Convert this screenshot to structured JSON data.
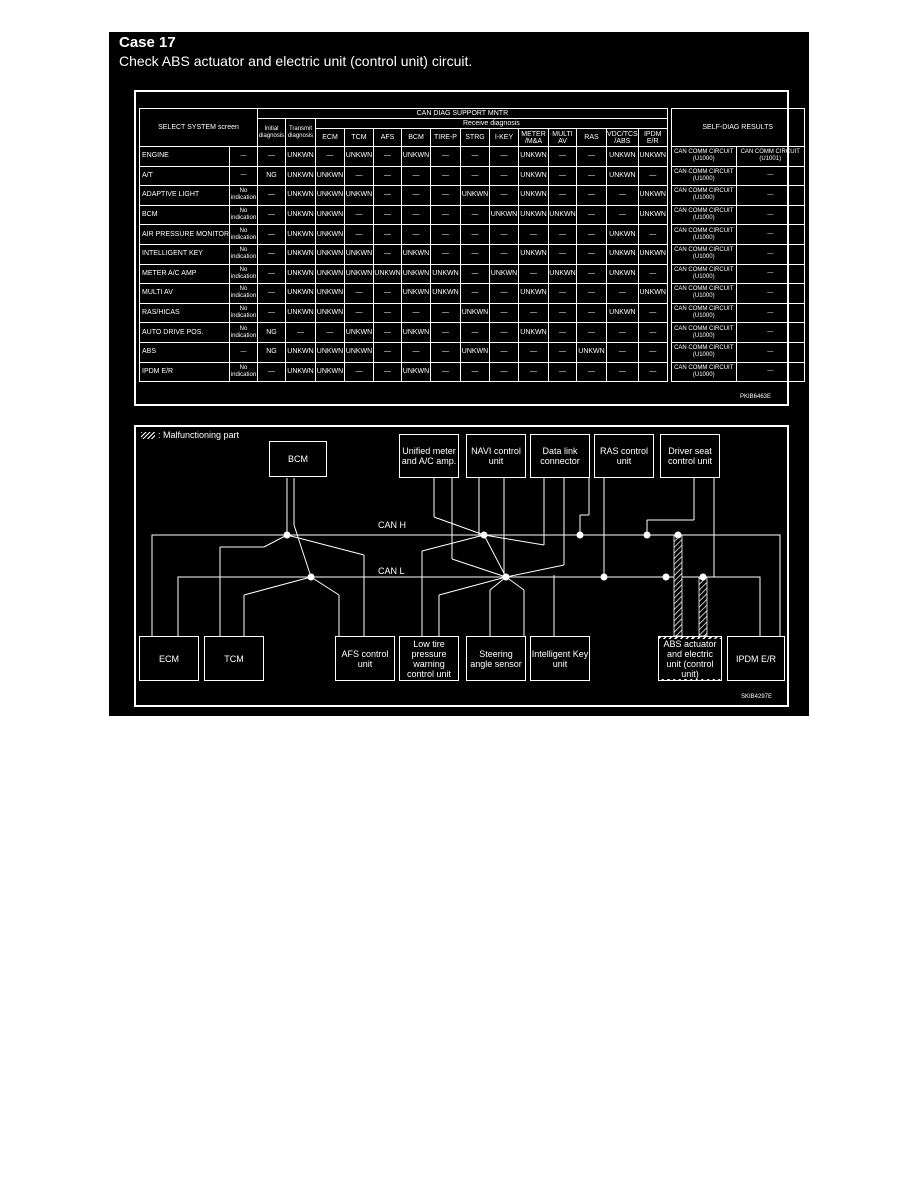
{
  "case_title": "Case 17",
  "case_subtitle": "Check ABS actuator and electric unit (control unit) circuit.",
  "table": {
    "select_system": "SELECT SYSTEM screen",
    "can_diag": "CAN DIAG SUPPORT MNTR",
    "initial": "Initial diagnosis",
    "transmit": "Transmit diagnosis",
    "receive": "Receive diagnosis",
    "self_diag": "SELF-DIAG RESULTS",
    "receive_cols": [
      "ECM",
      "TCM",
      "AFS",
      "BCM",
      "TIRE-P",
      "STRG",
      "I-KEY",
      "METER /M&A",
      "MULTI AV",
      "RAS",
      "VDC/TCS /ABS",
      "IPDM E/R"
    ],
    "rows": [
      {
        "sys": "ENGINE",
        "c": [
          "—",
          "—",
          "UNKWN",
          "—",
          "UNKWN",
          "—",
          "UNKWN",
          "—",
          "—",
          "—",
          "UNKWN",
          "—",
          "—",
          "UNKWN",
          "UNKWN"
        ],
        "r1": "CAN COMM CIRCUIT (U1000)",
        "r2": "CAN COMM CIRCUIT (U1001)"
      },
      {
        "sys": "A/T",
        "c": [
          "—",
          "NG",
          "UNKWN",
          "UNKWN",
          "—",
          "—",
          "—",
          "—",
          "—",
          "—",
          "UNKWN",
          "—",
          "—",
          "UNKWN",
          "—"
        ],
        "r1": "CAN COMM CIRCUIT (U1000)",
        "r2": "—"
      },
      {
        "sys": "ADAPTIVE LIGHT",
        "c": [
          "No indication",
          "—",
          "UNKWN",
          "UNKWN",
          "UNKWN",
          "—",
          "—",
          "—",
          "UNKWN",
          "—",
          "UNKWN",
          "—",
          "—",
          "—",
          "UNKWN"
        ],
        "r1": "CAN COMM CIRCUIT (U1000)",
        "r2": "—"
      },
      {
        "sys": "BCM",
        "c": [
          "No indication",
          "—",
          "UNKWN",
          "UNKWN",
          "—",
          "—",
          "—",
          "—",
          "—",
          "UNKWN",
          "UNKWN",
          "UNKWN",
          "—",
          "—",
          "UNKWN"
        ],
        "r1": "CAN COMM CIRCUIT (U1000)",
        "r2": "—"
      },
      {
        "sys": "AIR PRESSURE MONITOR",
        "c": [
          "No indication",
          "—",
          "UNKWN",
          "UNKWN",
          "—",
          "—",
          "—",
          "—",
          "—",
          "—",
          "—",
          "—",
          "—",
          "UNKWN",
          "—"
        ],
        "r1": "CAN COMM CIRCUIT (U1000)",
        "r2": "—"
      },
      {
        "sys": "INTELLIGENT KEY",
        "c": [
          "No indication",
          "—",
          "UNKWN",
          "UNKWN",
          "UNKWN",
          "—",
          "UNKWN",
          "—",
          "—",
          "—",
          "UNKWN",
          "—",
          "—",
          "UNKWN",
          "UNKWN"
        ],
        "r1": "CAN COMM CIRCUIT (U1000)",
        "r2": "—"
      },
      {
        "sys": "METER A/C AMP",
        "c": [
          "No indication",
          "—",
          "UNKWN",
          "UNKWN",
          "UNKWN",
          "UNKWN",
          "UNKWN",
          "UNKWN",
          "—",
          "UNKWN",
          "—",
          "UNKWN",
          "—",
          "UNKWN",
          "—"
        ],
        "r1": "CAN COMM CIRCUIT (U1000)",
        "r2": "—"
      },
      {
        "sys": "MULTI AV",
        "c": [
          "No indication",
          "—",
          "UNKWN",
          "UNKWN",
          "—",
          "—",
          "UNKWN",
          "UNKWN",
          "—",
          "—",
          "UNKWN",
          "—",
          "—",
          "—",
          "UNKWN"
        ],
        "r1": "CAN COMM CIRCUIT (U1000)",
        "r2": "—"
      },
      {
        "sys": "RAS/HICAS",
        "c": [
          "No indication",
          "—",
          "UNKWN",
          "UNKWN",
          "—",
          "—",
          "—",
          "—",
          "UNKWN",
          "—",
          "—",
          "—",
          "—",
          "UNKWN",
          "—"
        ],
        "r1": "CAN COMM CIRCUIT (U1000)",
        "r2": "—"
      },
      {
        "sys": "AUTO DRIVE POS.",
        "c": [
          "No indication",
          "NG",
          "—",
          "—",
          "UNKWN",
          "—",
          "UNKWN",
          "—",
          "—",
          "—",
          "UNKWN",
          "—",
          "—",
          "—",
          "—"
        ],
        "r1": "CAN COMM CIRCUIT (U1000)",
        "r2": "—"
      },
      {
        "sys": "ABS",
        "c": [
          "—",
          "NG",
          "UNKWN",
          "UNKWN",
          "UNKWN",
          "—",
          "—",
          "—",
          "UNKWN",
          "—",
          "—",
          "—",
          "UNKWN",
          "—",
          "—"
        ],
        "r1": "CAN COMM CIRCUIT (U1000)",
        "r2": "—"
      },
      {
        "sys": "IPDM E/R",
        "c": [
          "No indication",
          "—",
          "UNKWN",
          "UNKWN",
          "—",
          "—",
          "UNKWN",
          "—",
          "—",
          "—",
          "—",
          "—",
          "—",
          "—",
          "—"
        ],
        "r1": "CAN COMM CIRCUIT (U1000)",
        "r2": "—"
      }
    ],
    "code": "PKIB6463E"
  },
  "diagram": {
    "legend": ": Malfunctioning part",
    "can_h": "CAN H",
    "can_l": "CAN L",
    "top_units": [
      "BCM",
      "Unified meter and A/C amp.",
      "NAVI control unit",
      "Data link connector",
      "RAS control unit",
      "Driver seat control unit"
    ],
    "bottom_units": [
      "ECM",
      "TCM",
      "AFS control unit",
      "Low tire pressure warning control unit",
      "Steering angle sensor",
      "Intelligent Key unit",
      "ABS actuator and electric unit (control unit)",
      "IPDM E/R"
    ],
    "code": "SKIB4297E"
  }
}
